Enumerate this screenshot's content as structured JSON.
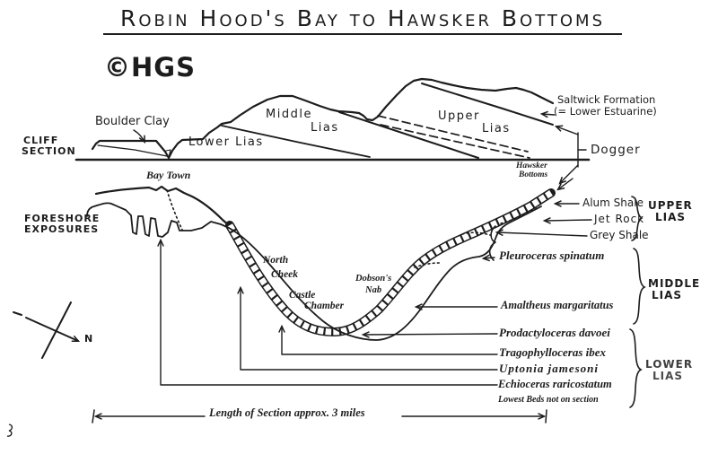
{
  "title": "Robin Hood's Bay to Hawsker Bottoms",
  "watermark": "©HGS",
  "sections": {
    "cliff": [
      "CLIFF",
      "SECTION"
    ],
    "foreshore": [
      "FORESHORE",
      "EXPOSURES"
    ]
  },
  "cliff_units": {
    "boulder_clay": "Boulder Clay",
    "lower_lias": "Lower Lias",
    "middle_lias": [
      "Middle",
      "Lias"
    ],
    "upper_lias": [
      "Upper",
      "Lias"
    ],
    "saltwick": [
      "Saltwick Formation",
      "(= Lower Estuarine)"
    ],
    "dogger": "Dogger"
  },
  "places": {
    "bay_town": "Bay Town",
    "north_cheek": [
      "North",
      "Cheek"
    ],
    "castle_chamber": [
      "Castle",
      "Chamber"
    ],
    "dobsons_nab": [
      "Dobson's",
      "Nab"
    ],
    "hawsker_bottoms": [
      "Hawsker",
      "Bottoms"
    ]
  },
  "beds": {
    "alum_shale": "Alum Shale",
    "jet_rock": "Jet Rock",
    "grey_shale": "Grey Shale"
  },
  "groups": {
    "upper": [
      "UPPER",
      "LIAS"
    ],
    "middle": [
      "MIDDLE",
      "LIAS"
    ],
    "lower": [
      "LOWER",
      "LIAS"
    ]
  },
  "zones": [
    "Pleuroceras spinatum",
    "Amaltheus margaritatus",
    "Prodactyloceras davoei",
    "Tragophylloceras ibex",
    "Uptonia jamesoni",
    "Echioceras raricostatum"
  ],
  "note": "Lowest Beds not on section",
  "scale_label": "Length of Section approx. 3 miles",
  "compass": {
    "north": "N"
  },
  "colors": {
    "ink": "#1c1c1c",
    "paper": "#ffffff"
  }
}
